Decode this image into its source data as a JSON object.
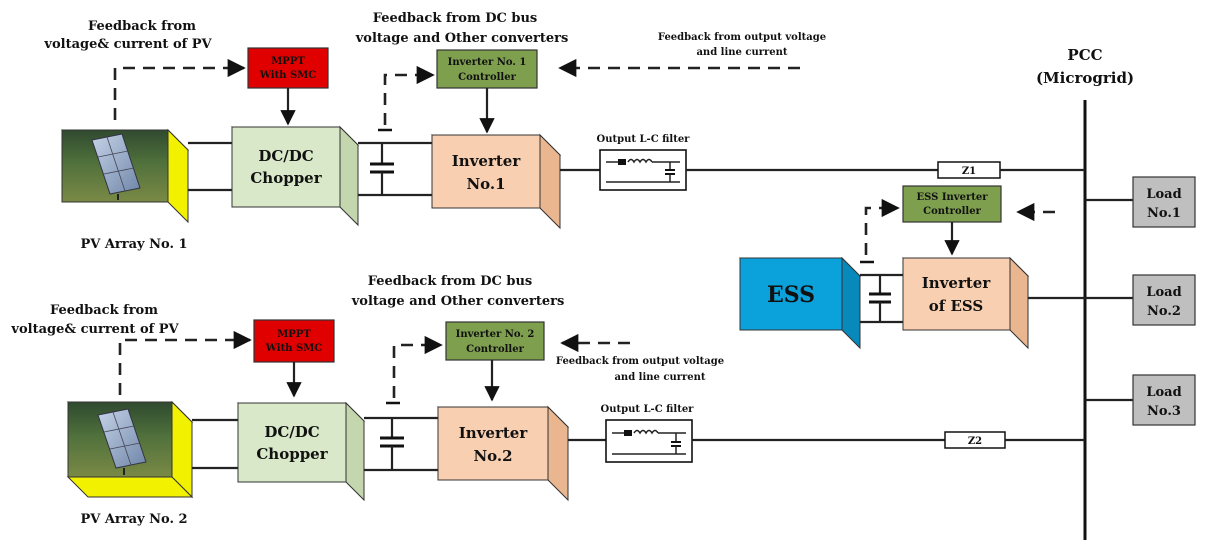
{
  "top": {
    "feedback_pv_line1": "Feedback from",
    "feedback_pv_line2": "voltage& current of PV",
    "feedback_dc_line1": "Feedback from DC bus",
    "feedback_dc_line2": "voltage and Other converters",
    "feedback_out_line1": "Feedback from output voltage",
    "feedback_out_line2": "and line  current",
    "mppt_line1": "MPPT",
    "mppt_line2": "With SMC",
    "ctrl_line1": "Inverter No. 1",
    "ctrl_line2": "Controller",
    "chopper_line1": "DC/DC",
    "chopper_line2": "Chopper",
    "inverter_line1": "Inverter",
    "inverter_line2": "No.1",
    "filter_label": "Output L-C filter",
    "pv_label": "PV Array No. 1",
    "impedance": "Z1"
  },
  "bottom": {
    "feedback_pv_line1": "Feedback from",
    "feedback_pv_line2": "voltage& current of PV",
    "feedback_dc_line1": "Feedback from DC bus",
    "feedback_dc_line2": "voltage and Other converters",
    "feedback_out_line1": "Feedback from output voltage",
    "feedback_out_line2": "and line  current",
    "mppt_line1": "MPPT",
    "mppt_line2": "With SMC",
    "ctrl_line1": "Inverter No. 2",
    "ctrl_line2": "Controller",
    "chopper_line1": "DC/DC",
    "chopper_line2": "Chopper",
    "inverter_line1": "Inverter",
    "inverter_line2": "No.2",
    "filter_label": "Output L-C filter",
    "pv_label": "PV Array No. 2",
    "impedance": "Z2"
  },
  "ess": {
    "label": "ESS",
    "ctrl_line1": "ESS Inverter",
    "ctrl_line2": "Controller",
    "inverter_line1": "Inverter",
    "inverter_line2": "of ESS"
  },
  "pcc": {
    "line1": "PCC",
    "line2": "(Microgrid)"
  },
  "loads": [
    {
      "line1": "Load",
      "line2": "No.1"
    },
    {
      "line1": "Load",
      "line2": "No.2"
    },
    {
      "line1": "Load",
      "line2": "No.3"
    }
  ],
  "colors": {
    "mppt": "#e00000",
    "controller": "#7e9f4e",
    "chopper": "#d9e8c8",
    "inverter": "#f8cfb0",
    "ess": "#0ba2dc",
    "pv_base": "#f2f200",
    "load": "#bfbfbf"
  }
}
